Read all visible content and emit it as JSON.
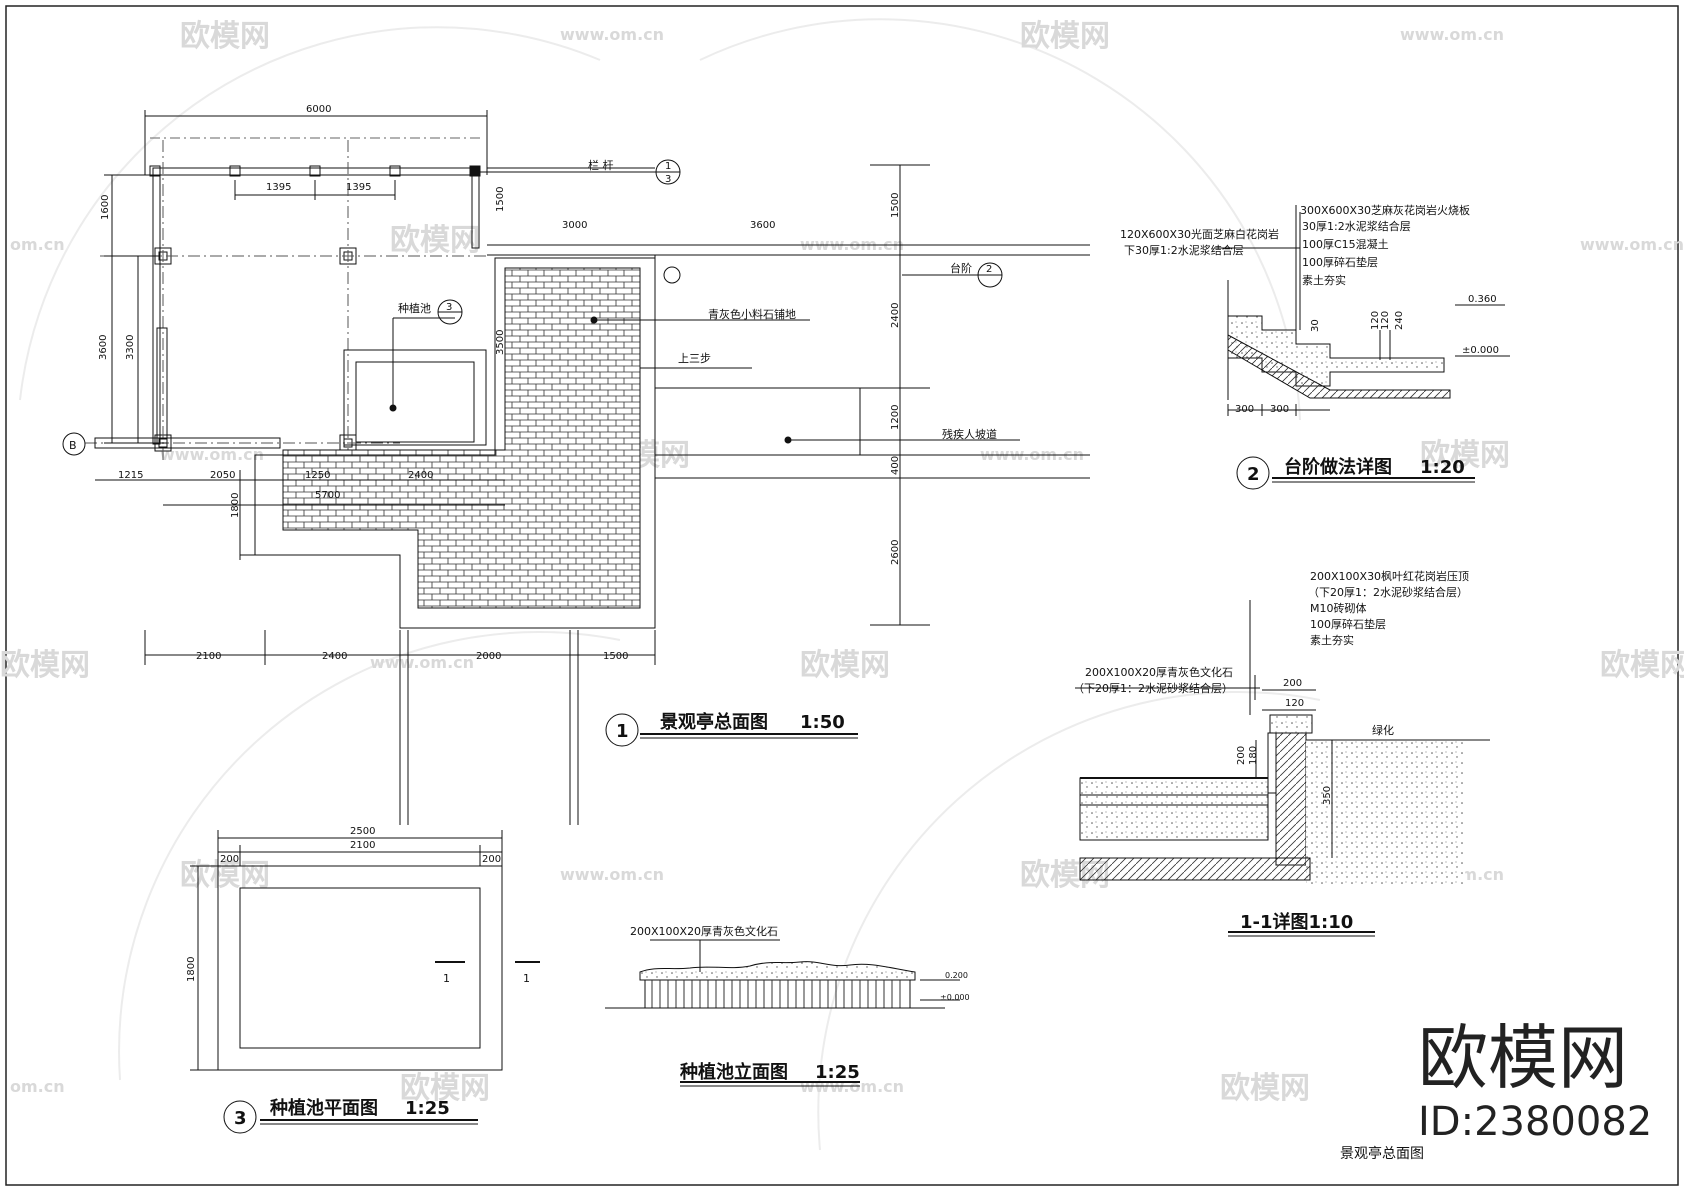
{
  "watermark": {
    "brand": "欧模网",
    "url": "www.om.cn",
    "url_short": "om.cn"
  },
  "corner_brand": {
    "name": "欧模网",
    "id": "ID:2380082",
    "caption": "景观亭总面图"
  },
  "site_plan": {
    "title": "景观亭总面图",
    "scale": "1:50",
    "number": "1",
    "grid_label": "B",
    "labels": {
      "railing": "栏 杆",
      "railing_ref": "1",
      "railing_sheet": "3",
      "steps": "台阶",
      "steps_ref": "2",
      "planter": "种植池",
      "planter_ref": "3",
      "paving": "青灰色小料石铺地",
      "up_steps": "上三步",
      "ramp": "残疾人坡道"
    },
    "dims": {
      "top_total": "6000",
      "rail_1": "1395",
      "rail_2": "1395",
      "left_1": "1600",
      "left_total": "3600",
      "left_inner": "3300",
      "mid_3000": "3000",
      "mid_3600": "3600",
      "v_1500a": "1500",
      "v_3500": "3500",
      "r_1500": "1500",
      "r_2400": "2400",
      "r_1200": "1200",
      "r_400": "400",
      "r_2600": "2600",
      "b_1215": "1215",
      "b_2050": "2050",
      "b_1250": "1250",
      "b_2400": "2400",
      "b_5700": "5700",
      "b_1800": "1800",
      "bot_2100": "2100",
      "bot_2400": "2400",
      "bot_2000": "2000",
      "bot_1500": "1500"
    }
  },
  "step_detail": {
    "title": "台阶做法详图",
    "scale": "1:20",
    "number": "2",
    "notes": [
      "300X600X30芝麻灰花岗岩火烧板",
      "30厚1:2水泥浆结合层",
      "100厚C15混凝土",
      "100厚碎石垫层",
      "素土夯实"
    ],
    "left_notes": [
      "120X600X30光面芝麻白花岗岩",
      "下30厚1:2水泥浆结合层"
    ],
    "elev_top": "0.360",
    "elev_base": "±0.000",
    "dims": {
      "d30": "30",
      "d120": "120",
      "d120b": "120",
      "d240": "240",
      "w1": "300",
      "w2": "300"
    }
  },
  "section_detail": {
    "title": "1-1详图1:10",
    "notes": [
      "200X100X30枫叶红花岗岩压顶",
      "（下20厚1：2水泥砂浆结合层）",
      "M10砖砌体",
      "100厚碎石垫层",
      "素土夯实"
    ],
    "left_notes": [
      "200X100X20厚青灰色文化石",
      "（下20厚1：2水泥砂浆结合层）"
    ],
    "green": "绿化",
    "dims": {
      "w200": "200",
      "w120": "120",
      "h200": "200",
      "h180": "180",
      "h350": "350"
    }
  },
  "planter_plan": {
    "title": "种植池平面图",
    "scale": "1:25",
    "number": "3",
    "dims": {
      "outer": "2500",
      "inner": "2100",
      "side_l": "200",
      "side_r": "200",
      "height": "1800"
    },
    "section_mark": "1"
  },
  "planter_elev": {
    "title": "种植池立面图",
    "scale": "1:25",
    "label": "200X100X20厚青灰色文化石",
    "elev_top": "0.200",
    "elev_base": "±0.000"
  }
}
